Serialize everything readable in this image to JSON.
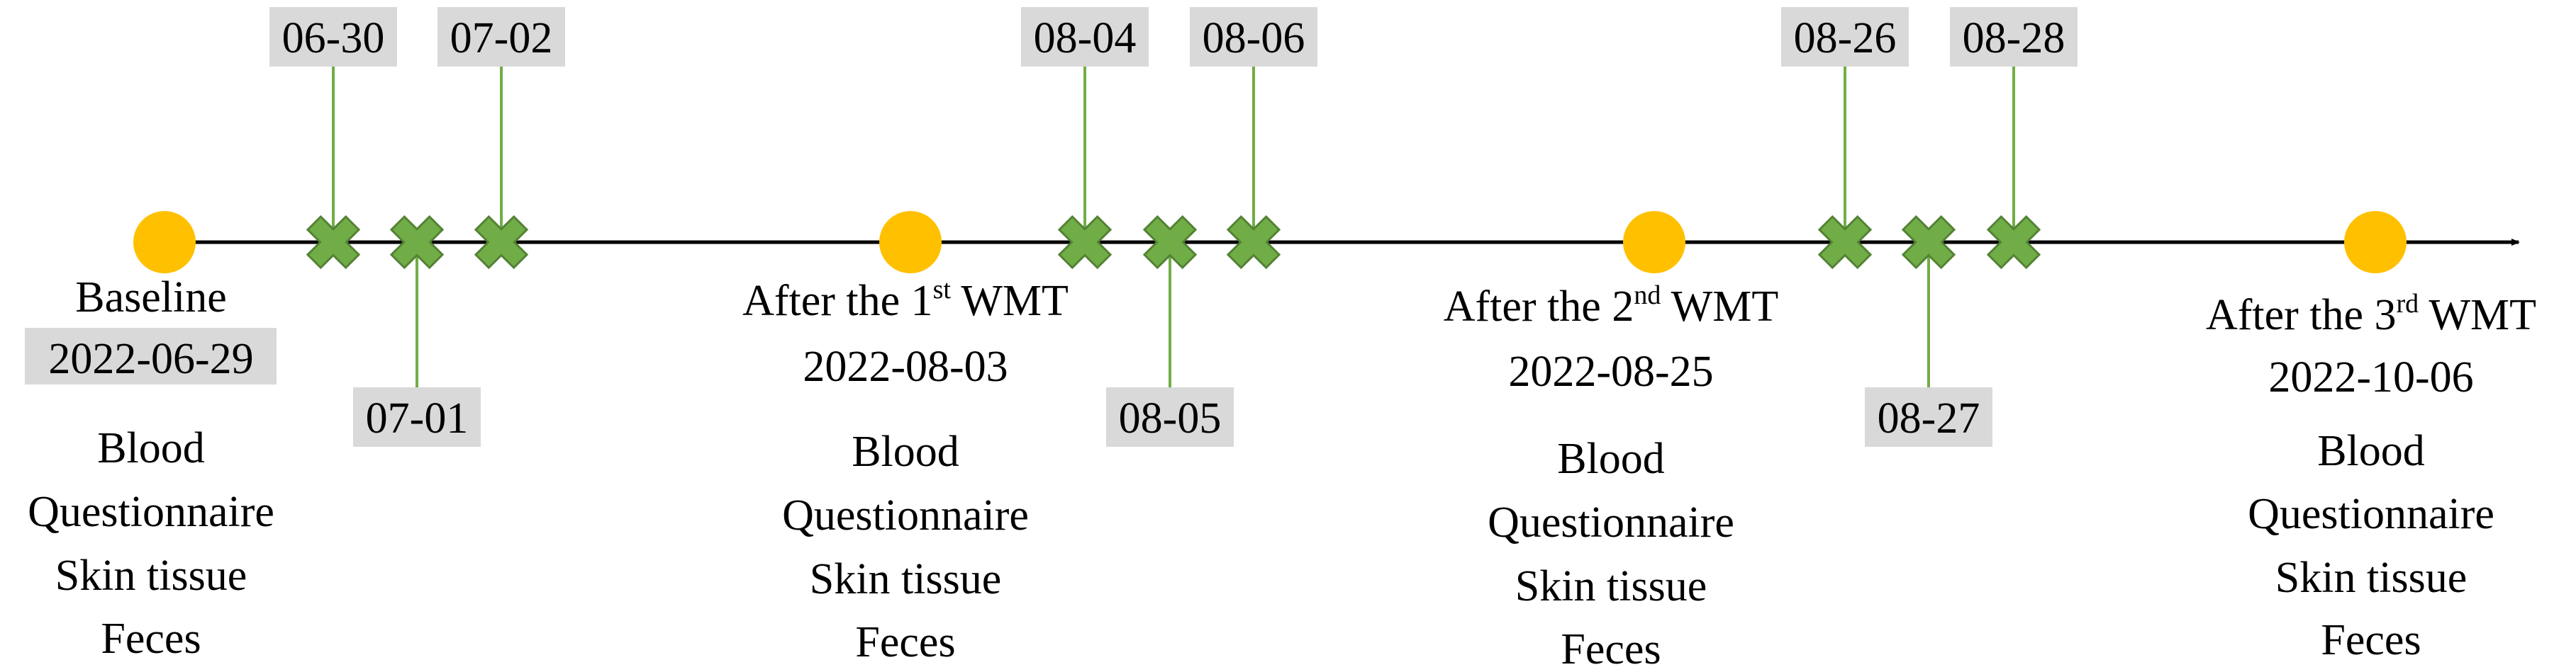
{
  "timeline": {
    "colors": {
      "main_node": "#FFC000",
      "minor_node": "#70AD47",
      "minor_node_edge": "#548235",
      "connector": "#70AD47",
      "axis": "#000000",
      "date_box": "#D9D9D9"
    },
    "minor_node_shape": "green-cross-icon",
    "main_events": [
      {
        "title_main": "Baseline",
        "title_sup": "",
        "title_tail": "",
        "date": "2022-06-29",
        "samples": [
          "Blood",
          "Questionnaire",
          "Skin tissue",
          "Feces"
        ]
      },
      {
        "title_main": "After the 1",
        "title_sup": "st",
        "title_tail": " WMT",
        "date": "2022-08-03",
        "samples": [
          "Blood",
          "Questionnaire",
          "Skin tissue",
          "Feces"
        ]
      },
      {
        "title_main": "After the 2",
        "title_sup": "nd",
        "title_tail": " WMT",
        "date": "2022-08-25",
        "samples": [
          "Blood",
          "Questionnaire",
          "Skin tissue",
          "Feces"
        ]
      },
      {
        "title_main": "After the 3",
        "title_sup": "rd",
        "title_tail": " WMT",
        "date": "2022-10-06",
        "samples": [
          "Blood",
          "Questionnaire",
          "Skin tissue",
          "Feces"
        ]
      }
    ],
    "minor_events": [
      {
        "date": "06-30",
        "label_side": "above"
      },
      {
        "date": "07-01",
        "label_side": "below"
      },
      {
        "date": "07-02",
        "label_side": "above"
      },
      {
        "date": "08-04",
        "label_side": "above"
      },
      {
        "date": "08-05",
        "label_side": "below"
      },
      {
        "date": "08-06",
        "label_side": "above"
      },
      {
        "date": "08-26",
        "label_side": "above"
      },
      {
        "date": "08-27",
        "label_side": "below"
      },
      {
        "date": "08-28",
        "label_side": "above"
      }
    ]
  }
}
